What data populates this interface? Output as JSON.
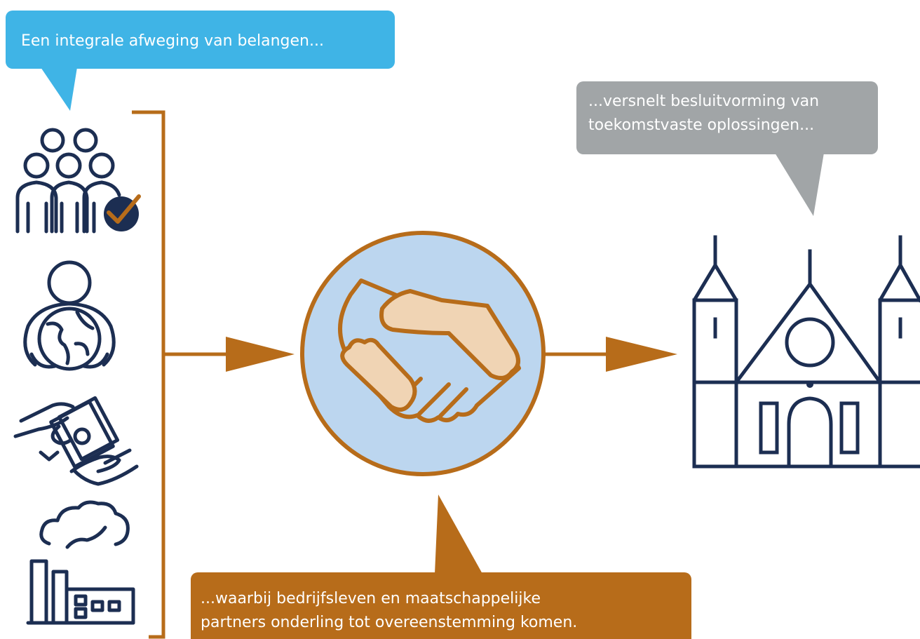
{
  "callouts": {
    "left": "Een integrale afweging van belangen...",
    "right": [
      "...versnelt besluitvorming van",
      "toekomstvaste oplossingen..."
    ],
    "bottom": [
      "...waarbij bedrijfsleven en maatschappelijke",
      "partners onderling tot overeenstemming komen."
    ]
  },
  "colors": {
    "navy": "#1c2e52",
    "brown": "#b76c1a",
    "blue_callout": "#3fb4e6",
    "grey_callout": "#a1a5a7",
    "circle_fill": "#bcd6ef",
    "skin": "#f0d4b4"
  },
  "icons": [
    "people-check-icon",
    "person-globe-icon",
    "money-exchange-icon",
    "factory-smoke-icon",
    "handshake-icon",
    "parliament-building-icon"
  ]
}
